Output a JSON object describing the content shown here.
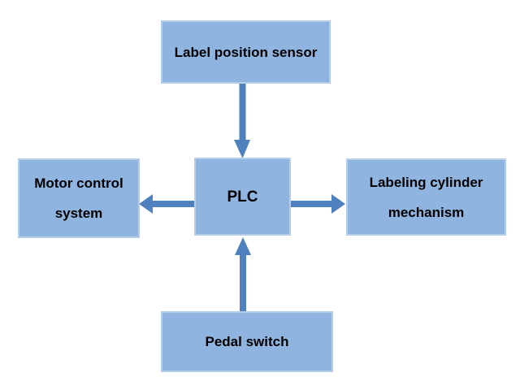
{
  "colors": {
    "background": "#ffffff",
    "node_fill": "#8fb4e0",
    "node_border": "#b3cdea",
    "arrow": "#4e81bd",
    "text": "#000000"
  },
  "nodes": {
    "sensor": {
      "label": "Label position sensor"
    },
    "motor": {
      "label": "Motor control system"
    },
    "plc": {
      "label": "PLC"
    },
    "cylinder": {
      "label": "Labeling cylinder mechanism"
    },
    "pedal": {
      "label": "Pedal switch"
    }
  },
  "connections": [
    {
      "from": "Label position sensor",
      "to": "PLC",
      "direction": "down"
    },
    {
      "from": "PLC",
      "to": "Motor control system",
      "direction": "left"
    },
    {
      "from": "PLC",
      "to": "Labeling cylinder mechanism",
      "direction": "right"
    },
    {
      "from": "Pedal switch",
      "to": "PLC",
      "direction": "up"
    }
  ]
}
